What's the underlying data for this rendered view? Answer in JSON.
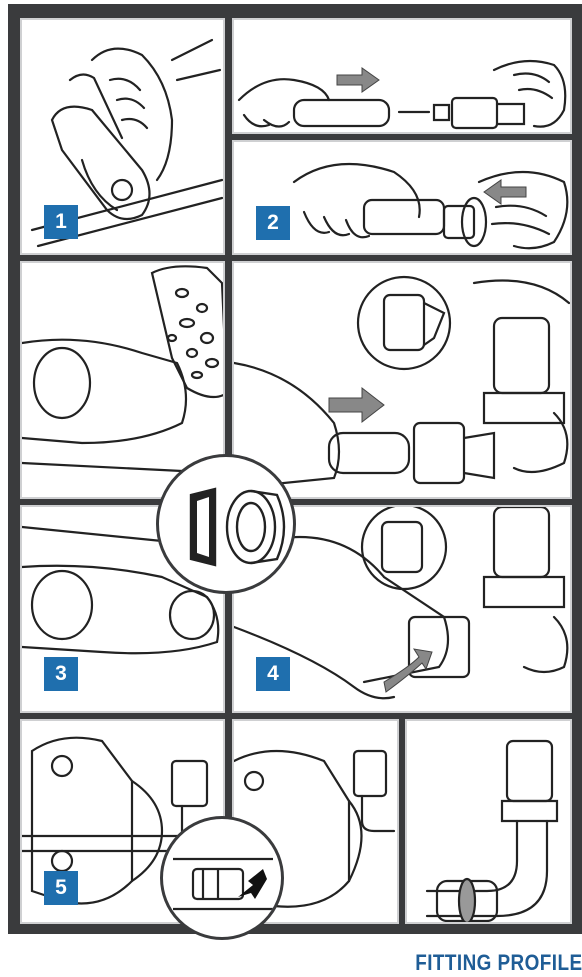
{
  "steps": [
    {
      "number": "1"
    },
    {
      "number": "2"
    },
    {
      "number": "3"
    },
    {
      "number": "4"
    },
    {
      "number": "5"
    }
  ],
  "footer": {
    "title": "FITTING PROFILE"
  },
  "colors": {
    "frame": "#3a3b3d",
    "badge": "#1f6fae",
    "title": "#1f5d96"
  }
}
